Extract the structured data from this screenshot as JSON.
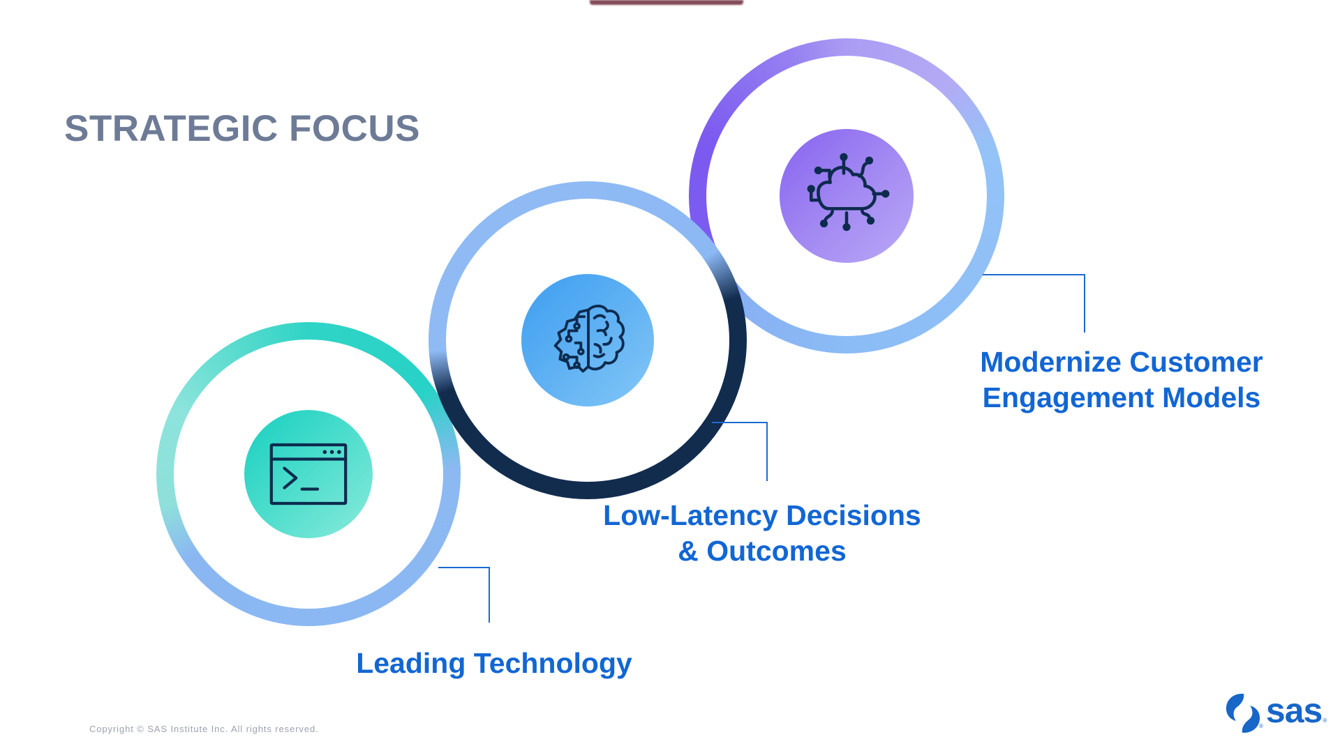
{
  "slide": {
    "title": "STRATEGIC FOCUS"
  },
  "items": [
    {
      "name": "leading-technology",
      "icon": "terminal-window-icon",
      "label_line1": "Leading Technology",
      "label_line2": "",
      "ring_primary": "#2fd4c6",
      "ring_secondary": "#8ab7f2",
      "inner_top": "#17cfc0",
      "inner_bottom": "#8aeadb"
    },
    {
      "name": "low-latency-decisions",
      "icon": "brain-circuit-icon",
      "label_line1": "Low-Latency Decisions",
      "label_line2": "& Outcomes",
      "ring_primary": "#8cb8f4",
      "ring_secondary": "#122c4e",
      "inner_top": "#3d9ef0",
      "inner_bottom": "#84c7f7"
    },
    {
      "name": "modernize-customer-engagement",
      "icon": "cloud-network-icon",
      "label_line1": "Modernize Customer",
      "label_line2": "Engagement Models",
      "ring_primary": "#7b5cf0",
      "ring_secondary": "#93c3f7",
      "inner_top": "#8763f0",
      "inner_bottom": "#b9a9f5"
    }
  ],
  "footer": {
    "copyright": "Copyright © SAS Institute Inc. All rights reserved.",
    "brand": "sas",
    "registered_mark": "®"
  },
  "colors": {
    "title_text": "#6d7b96",
    "label_text": "#1266d4",
    "connector": "#1b6ad0",
    "icon_stroke": "#0d2b4e",
    "sas_blue": "#1766c8",
    "top_bar": "#6d2a39"
  }
}
